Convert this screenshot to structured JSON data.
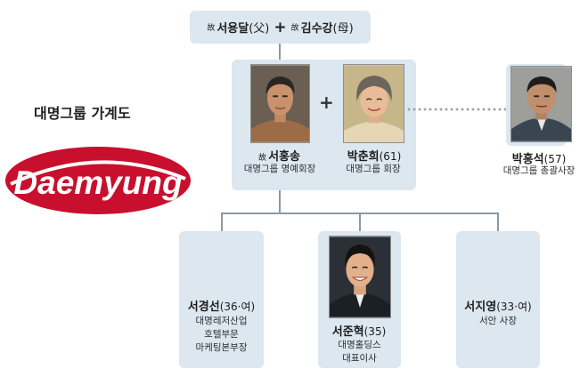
{
  "title": "대명그룹 가계도",
  "logo": {
    "text": "Daemyung",
    "color": "#c8102e"
  },
  "colors": {
    "box": "#dce7ef",
    "line": "#8a9aa6"
  },
  "grandparents": {
    "deceased_mark": "故",
    "father_name": "서용달",
    "father_rel": "(父)",
    "connector": "+",
    "mother_name": "김수강",
    "mother_rel": "(母)"
  },
  "spouse_plus": "+",
  "parents": [
    {
      "deceased_mark": "故",
      "name": "서홍송",
      "meta": "",
      "role_lines": [
        "대명그룹 명예회장"
      ]
    },
    {
      "deceased_mark": "",
      "name": "박춘희",
      "meta": "(61)",
      "role_lines": [
        "대명그룹 회장"
      ]
    }
  ],
  "relative": {
    "name": "박흥석",
    "meta": "(57)",
    "role_lines": [
      "대명그룹 총괄사장"
    ]
  },
  "children": [
    {
      "name": "서경선",
      "meta": "(36·여)",
      "role_lines": [
        "대명레저산업",
        "호텔부문",
        "마케팅본부장"
      ]
    },
    {
      "name": "서준혁",
      "meta": "(35)",
      "role_lines": [
        "대명홀딩스",
        "대표이사"
      ]
    },
    {
      "name": "서지영",
      "meta": "(33·여)",
      "role_lines": [
        "서안 사장"
      ]
    }
  ]
}
